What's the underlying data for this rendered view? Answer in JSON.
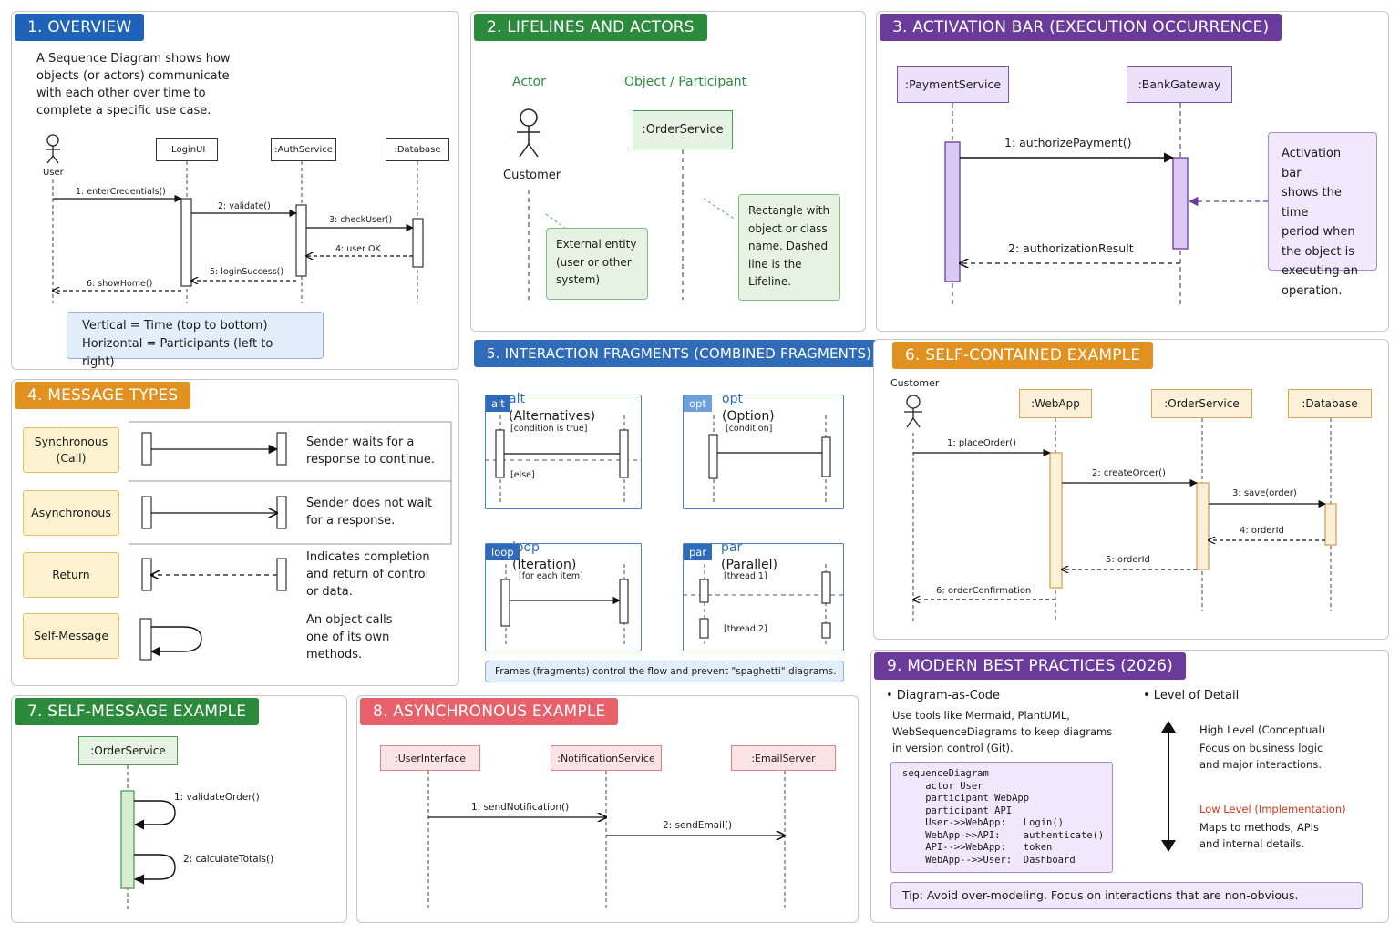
{
  "colors": {
    "blue": "#1f63b8",
    "green": "#2c8a3c",
    "purple": "#6a3b9a",
    "orange": "#e09120",
    "red": "#e8616a",
    "lightgreen_box": "#e7f3e2",
    "lightpurple_bar": "#dcc9f3",
    "lightorange_box": "#fdf0d8",
    "lightpink_box": "#fce4e6"
  },
  "overview": {
    "header": "1. OVERVIEW",
    "text": "A Sequence Diagram shows how\nobjects (or actors) communicate\nwith each other over time to\ncomplete a specific use case.",
    "actor_label": "User",
    "participants": [
      ":LoginUI",
      ":AuthService",
      ":Database"
    ],
    "messages": [
      "1: enterCredentials()",
      "2: validate()",
      "3: checkUser()",
      "4: user OK",
      "5: loginSuccess()",
      "6: showHome()"
    ],
    "note": "Vertical = Time (top to bottom)\nHorizontal = Participants (left to right)"
  },
  "lifelines": {
    "header": "2. LIFELINES AND ACTORS",
    "actor_title": "Actor",
    "object_title": "Object / Participant",
    "actor_label": "Customer",
    "object_label": ":OrderService",
    "actor_note": "External entity\n(user or other\nsystem)",
    "object_note": "Rectangle with\nobject or class\nname. Dashed\nline is the\nLifeline."
  },
  "activation": {
    "header": "3. ACTIVATION BAR (EXECUTION OCCURRENCE)",
    "participants": [
      ":PaymentService",
      ":BankGateway"
    ],
    "messages": [
      "1: authorizePayment()",
      "2: authorizationResult"
    ],
    "note": "Activation bar\nshows the time\nperiod when\nthe object is\nexecuting an\noperation."
  },
  "message_types": {
    "header": "4. MESSAGE TYPES",
    "rows": [
      {
        "name": "Synchronous\n(Call)",
        "desc": "Sender waits for a\nresponse to continue."
      },
      {
        "name": "Asynchronous",
        "desc": "Sender does not wait\nfor a response."
      },
      {
        "name": "Return",
        "desc": "Indicates completion\nand return of control\nor data."
      },
      {
        "name": "Self-Message",
        "desc": "An object calls\none of its own\nmethods."
      }
    ]
  },
  "fragments": {
    "header": "5. INTERACTION FRAGMENTS (COMBINED FRAGMENTS)",
    "items": [
      {
        "kw": "alt",
        "desc": "(Alternatives)",
        "tag": "alt",
        "g1": "[condition is true]",
        "g2": "[else]"
      },
      {
        "kw": "opt",
        "desc": "(Option)",
        "tag": "opt",
        "g1": "[condition]",
        "g2": ""
      },
      {
        "kw": "loop",
        "desc": "(Iteration)",
        "tag": "loop",
        "g1": "[for each item]",
        "g2": ""
      },
      {
        "kw": "par",
        "desc": "(Parallel)",
        "tag": "par",
        "g1": "[thread 1]",
        "g2": "[thread 2]"
      }
    ],
    "footer": "Frames (fragments) control the flow and prevent \"spaghetti\" diagrams."
  },
  "example": {
    "header": "6. SELF-CONTAINED EXAMPLE",
    "actor_label": "Customer",
    "participants": [
      ":WebApp",
      ":OrderService",
      ":Database"
    ],
    "messages": [
      "1: placeOrder()",
      "2: createOrder()",
      "3: save(order)",
      "4: orderId",
      "5: orderId",
      "6: orderConfirmation"
    ]
  },
  "self_message": {
    "header": "7. SELF-MESSAGE EXAMPLE",
    "participant": ":OrderService",
    "messages": [
      "1: validateOrder()",
      "2: calculateTotals()"
    ]
  },
  "async_example": {
    "header": "8. ASYNCHRONOUS EXAMPLE",
    "participants": [
      ":UserInterface",
      ":NotificationService",
      ":EmailServer"
    ],
    "messages": [
      "1: sendNotification()",
      "2: sendEmail()"
    ]
  },
  "best_practices": {
    "header": "9. MODERN BEST PRACTICES (2026)",
    "bullet1": "• Diagram-as-Code",
    "bullet1_text": "Use tools like Mermaid, PlantUML,\nWebSequenceDiagrams to keep diagrams\nin version control (Git).",
    "code": "sequenceDiagram\n    actor User\n    participant WebApp\n    participant API\n    User->>WebApp:   Login()\n    WebApp->>API:    authenticate()\n    API-->>WebApp:   token\n    WebApp-->>User:  Dashboard",
    "bullet2": "• Level of Detail",
    "high_title": "High Level (Conceptual)",
    "high_text": "Focus on business logic\nand major interactions.",
    "low_title": "Low Level (Implementation)",
    "low_text": "Maps to methods, APIs\nand internal details.",
    "tip": "Tip: Avoid over-modeling. Focus on interactions that are non-obvious."
  }
}
